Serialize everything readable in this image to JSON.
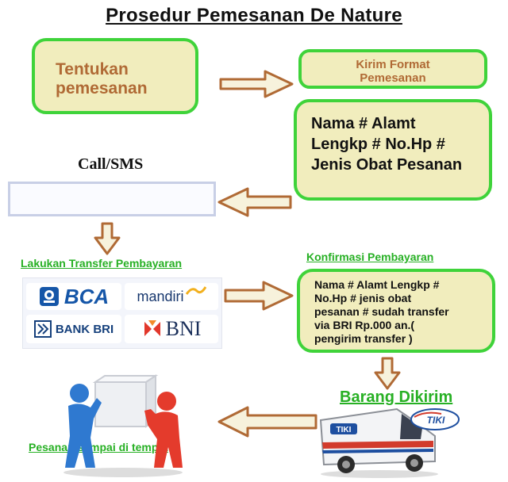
{
  "title": "Prosedur Pemesanan De Nature",
  "steps": {
    "tentukan": [
      "Tentukan",
      "pemesanan"
    ],
    "kirim_format": [
      "Kirim Format",
      "Pemesanan"
    ],
    "format_lines": [
      "Nama # Alamt",
      "Lengkp # No.Hp #",
      "Jenis Obat Pesanan"
    ],
    "call_sms": "Call/SMS",
    "transfer_label": "Lakukan Transfer Pembayaran",
    "konfirmasi_label": "Konfirmasi Pembayaran",
    "konfirmasi_lines": [
      "Nama # Alamt Lengkp #",
      "No.Hp # jenis obat",
      "pesanan # sudah transfer",
      "via BRI Rp.000 an.(",
      "pengirim transfer )"
    ],
    "dikirim_label": "Barang Dikirim",
    "sampai_label": "Pesanan sampai di tempat"
  },
  "banks": {
    "bca": "BCA",
    "mandiri": "mandiri",
    "bri": "BANK BRI",
    "bni": "BNI"
  },
  "courier": {
    "logo": "TIKI",
    "van_label": "TIKI"
  },
  "colors": {
    "box_border": "#3fd33a",
    "box_fill": "#f1edbd",
    "arrow_stroke": "#b06a35",
    "green_label": "#27b024"
  }
}
